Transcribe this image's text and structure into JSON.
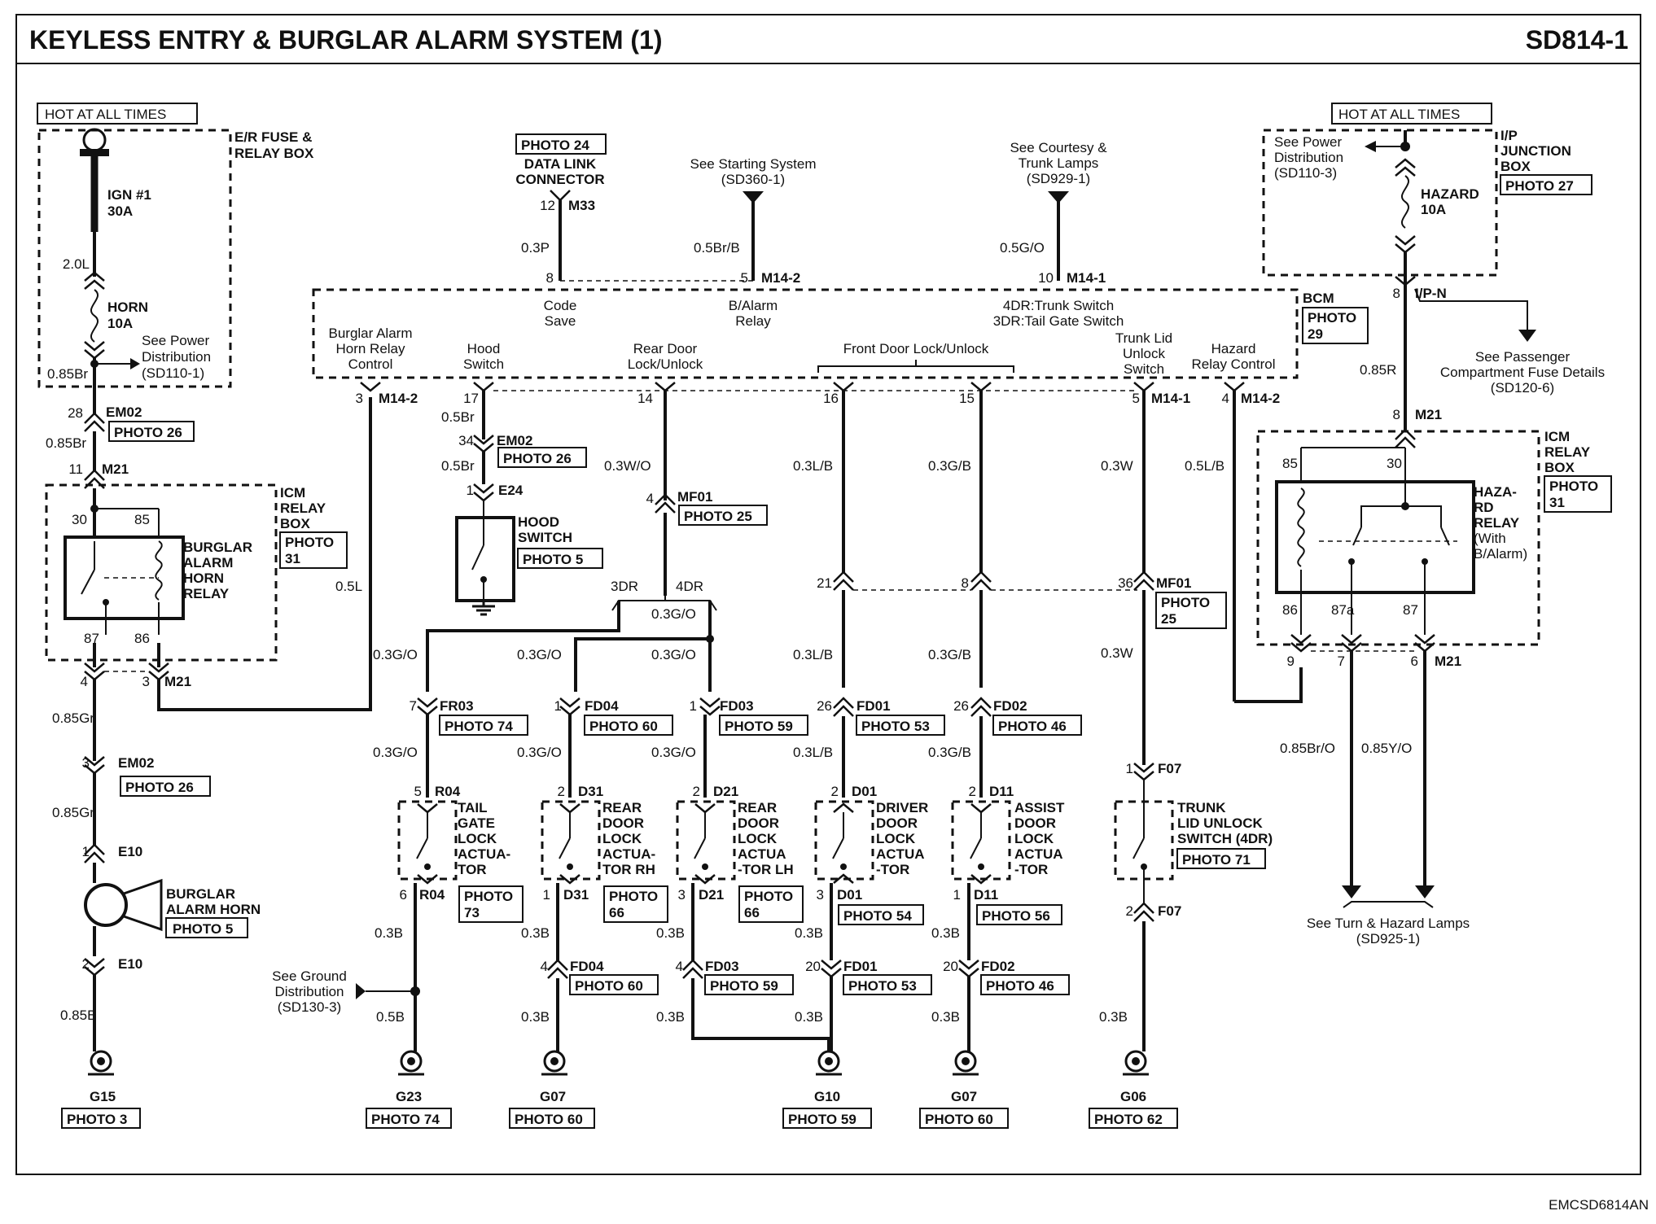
{
  "header": {
    "title": "KEYLESS ENTRY & BURGLAR ALARM SYSTEM (1)",
    "code": "SD814-1"
  },
  "footer": {
    "code": "EMCSD6814AN"
  },
  "hot_left": "HOT AT ALL TIMES",
  "hot_right": "HOT AT ALL TIMES",
  "er_box": {
    "name1": "E/R FUSE &",
    "name2": "RELAY BOX",
    "fuse1_a": "IGN #1",
    "fuse1_b": "30A",
    "fuse2_a": "HORN",
    "fuse2_b": "10A",
    "see1": "See Power",
    "see2": "Distribution",
    "see3": "(SD110-1)",
    "w1": "2.0L",
    "w2": "0.85Br"
  },
  "ip_box": {
    "name1": "I/P",
    "name2": "JUNCTION",
    "name3": "BOX",
    "photo": "PHOTO 27",
    "see1": "See Power",
    "see2": "Distribution",
    "see3": "(SD110-3)",
    "fuse_a": "HAZARD",
    "fuse_b": "10A",
    "pin": "8",
    "conn": "I/P-N",
    "wire": "0.85R",
    "see_pass1": "See Passenger",
    "see_pass2": "Compartment Fuse Details",
    "see_pass3": "(SD120-6)"
  },
  "data_link": {
    "photo": "PHOTO 24",
    "name1": "DATA LINK",
    "name2": "CONNECTOR",
    "pin": "12",
    "conn": "M33",
    "wire": "0.3P"
  },
  "starting": {
    "t1": "See Starting System",
    "t2": "(SD360-1)",
    "wire": "0.5Br/B"
  },
  "courtesy": {
    "t1": "See Courtesy &",
    "t2": "Trunk Lamps",
    "t3": "(SD929-1)",
    "wire": "0.5G/O"
  },
  "bcm": {
    "name": "BCM",
    "photo1": "PHOTO",
    "photo2": "29",
    "pin8": "8",
    "pin5": "5",
    "conn5": "M14-2",
    "pin10": "10",
    "conn10": "M14-1",
    "code_save1": "Code",
    "code_save2": "Save",
    "balarm1": "B/Alarm",
    "balarm2": "Relay",
    "trunk1": "4DR:Trunk Switch",
    "trunk2": "3DR:Tail Gate Switch",
    "horn_ctl1": "Burglar Alarm",
    "horn_ctl2": "Horn Relay",
    "horn_ctl3": "Control",
    "hood1": "Hood",
    "hood2": "Switch",
    "rear1": "Rear Door",
    "rear2": "Lock/Unlock",
    "front": "Front Door Lock/Unlock",
    "tlid1": "Trunk Lid",
    "tlid2": "Unlock",
    "tlid3": "Switch",
    "haz1": "Hazard",
    "haz2": "Relay Control",
    "p3": "3",
    "c3": "M14-2",
    "p17": "17",
    "p14": "14",
    "p16": "16",
    "p15": "15",
    "p5b": "5",
    "c5b": "M14-1",
    "p4": "4",
    "c4": "M14-2"
  },
  "left_col": {
    "c28": "28",
    "em02": "EM02",
    "photo26a": "PHOTO 26",
    "w085br": "0.85Br",
    "p11": "11",
    "m21": "M21",
    "icm1": "ICM",
    "icm2": "RELAY",
    "icm3": "BOX",
    "icm_ph1": "PHOTO",
    "icm_ph2": "31",
    "r1": "BURGLAR",
    "r2": "ALARM",
    "r3": "HORN",
    "r4": "RELAY",
    "p30": "30",
    "p85": "85",
    "p87": "87",
    "p86": "86",
    "p4": "4",
    "p3": "3",
    "m21b": "M21",
    "w05l": "0.5L",
    "w085gr": "0.85Gr",
    "p3b": "3",
    "em02b": "EM02",
    "photo26b": "PHOTO 26",
    "w085gr2": "0.85Gr",
    "p1": "1",
    "e10": "E10",
    "horn1": "BURGLAR",
    "horn2": "ALARM HORN",
    "horn_ph": "PHOTO 5",
    "p2": "2",
    "e10b": "E10",
    "w085b": "0.85B",
    "g15": "G15",
    "g15_ph": "PHOTO 3"
  },
  "hood": {
    "w05br": "0.5Br",
    "p34": "34",
    "em02": "EM02",
    "photo26": "PHOTO 26",
    "w05br2": "0.5Br",
    "p1": "1",
    "e24": "E24",
    "n1": "HOOD",
    "n2": "SWITCH",
    "photo": "PHOTO 5"
  },
  "rear": {
    "w03wo": "0.3W/O",
    "p4": "4",
    "mf01": "MF01",
    "photo25": "PHOTO 25",
    "dr3": "3DR",
    "dr4": "4DR",
    "w03go": "0.3G/O"
  },
  "act": [
    {
      "id": "tail",
      "wire": "0.3G/O",
      "pin": "7",
      "conn": "FR03",
      "photo": "PHOTO 74",
      "wire2": "0.3G/O",
      "p5": "5",
      "c5": "R04",
      "n1": "TAIL",
      "n2": "GATE",
      "n3": "LOCK",
      "n4": "ACTUA-",
      "n5": "TOR",
      "p6": "6",
      "c6": "R04",
      "aph1": "PHOTO",
      "aph2": "73",
      "w3": "0.3B"
    },
    {
      "id": "rearrh",
      "wire": "0.3G/O",
      "pin": "1",
      "conn": "FD04",
      "photo": "PHOTO 60",
      "wire2": "0.3G/O",
      "p5": "2",
      "c5": "D31",
      "n1": "REAR",
      "n2": "DOOR",
      "n3": "LOCK",
      "n4": "ACTUA-",
      "n5": "TOR RH",
      "p6": "1",
      "c6": "D31",
      "aph1": "PHOTO",
      "aph2": "66",
      "w3": "0.3B",
      "p4": "4",
      "c4": "FD04",
      "ph4": "PHOTO 60",
      "w4": "0.3B",
      "g": "G07",
      "gph": "PHOTO 60"
    },
    {
      "id": "rearlh",
      "wire": "0.3G/O",
      "pin": "1",
      "conn": "FD03",
      "photo": "PHOTO 59",
      "wire2": "0.3G/O",
      "p5": "2",
      "c5": "D21",
      "n1": "REAR",
      "n2": "DOOR",
      "n3": "LOCK",
      "n4": "ACTUA",
      "n5": "-TOR LH",
      "p6": "3",
      "c6": "D21",
      "aph1": "PHOTO",
      "aph2": "66",
      "w3": "0.3B",
      "p4": "4",
      "c4": "FD03",
      "ph4": "PHOTO 59",
      "w4": "0.3B"
    },
    {
      "id": "driver",
      "wire": "0.3L/B",
      "mid_pin": "21",
      "wire_mid": "0.3L/B",
      "pin": "26",
      "conn": "FD01",
      "photo": "PHOTO 53",
      "wire2": "0.3L/B",
      "p5": "2",
      "c5": "D01",
      "n1": "DRIVER",
      "n2": "DOOR",
      "n3": "LOCK",
      "n4": "ACTUA",
      "n5": "-TOR",
      "p6": "3",
      "c6": "D01",
      "aph": "PHOTO 54",
      "w3": "0.3B",
      "p4": "20",
      "c4": "FD01",
      "ph4": "PHOTO 53",
      "w4": "0.3B",
      "g": "G10",
      "gph": "PHOTO 59"
    },
    {
      "id": "assist",
      "wire": "0.3G/B",
      "mid_pin": "8",
      "wire_mid": "0.3G/B",
      "pin": "26",
      "conn": "FD02",
      "photo": "PHOTO 46",
      "wire2": "0.3G/B",
      "p5": "2",
      "c5": "D11",
      "n1": "ASSIST",
      "n2": "DOOR",
      "n3": "LOCK",
      "n4": "ACTUA",
      "n5": "-TOR",
      "p6": "1",
      "c6": "D11",
      "aph": "PHOTO 56",
      "w3": "0.3B",
      "p4": "20",
      "c4": "FD02",
      "ph4": "PHOTO 46",
      "w4": "0.3B",
      "g": "G07",
      "gph": "PHOTO 60"
    }
  ],
  "ground": {
    "see1": "See Ground",
    "see2": "Distribution",
    "see3": "(SD130-3)",
    "w": "0.5B",
    "g": "G23",
    "gph": "PHOTO 74"
  },
  "trunk": {
    "wire": "0.3W",
    "pin": "36",
    "conn": "MF01",
    "ph1": "PHOTO",
    "ph2": "25",
    "wire2": "0.3W",
    "p1": "1",
    "c1": "F07",
    "n1": "TRUNK",
    "n2": "LID UNLOCK",
    "n3": "SWITCH (4DR)",
    "photo": "PHOTO 71",
    "p2": "2",
    "c2": "F07",
    "w3": "0.3B",
    "g": "G06",
    "gph": "PHOTO 62"
  },
  "hazard": {
    "w_bcm": "0.5L/B",
    "p8": "8",
    "m21": "M21",
    "icm1": "ICM",
    "icm2": "RELAY",
    "icm3": "BOX",
    "ph1": "PHOTO",
    "ph2": "31",
    "r1": "HAZA-",
    "r2": "RD",
    "r3": "RELAY",
    "r4": "(With",
    "r5": "B/Alarm)",
    "p85": "85",
    "p30": "30",
    "p86": "86",
    "p87a": "87a",
    "p87": "87",
    "p9": "9",
    "p7": "7",
    "p6": "6",
    "m21b": "M21",
    "w1": "0.85Br/O",
    "w2": "0.85Y/O",
    "see1": "See Turn & Hazard Lamps",
    "see2": "(SD925-1)"
  }
}
